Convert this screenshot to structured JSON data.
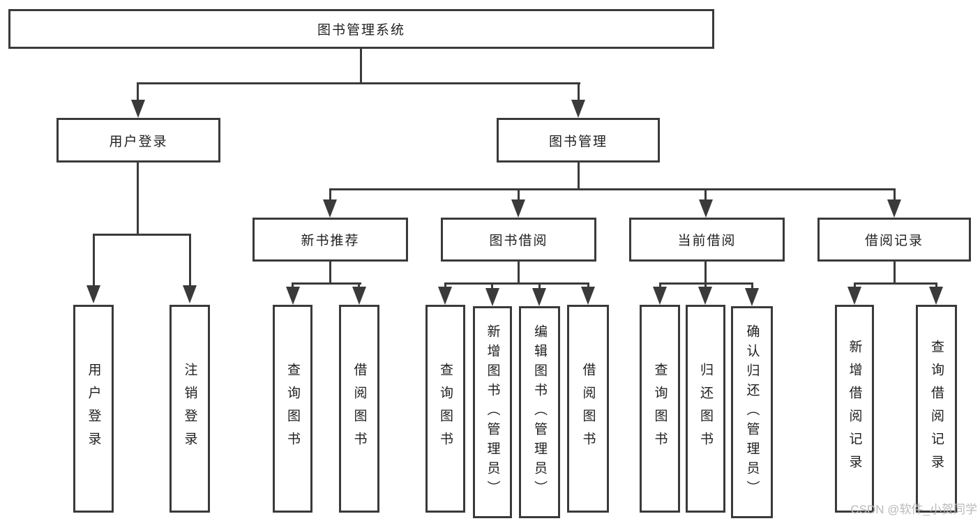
{
  "root": {
    "label": "图书管理系统"
  },
  "level2": [
    {
      "label": "用户登录"
    },
    {
      "label": "图书管理"
    }
  ],
  "level3": [
    {
      "label": "新书推荐"
    },
    {
      "label": "图书借阅"
    },
    {
      "label": "当前借阅"
    },
    {
      "label": "借阅记录"
    }
  ],
  "leaves": {
    "user_login": [
      "用户登录",
      "注销登录"
    ],
    "new_book_recommend": [
      "查询图书",
      "借阅图书"
    ],
    "book_borrow": [
      "查询图书",
      "新增图书（管理员）",
      "编辑图书（管理员）",
      "借阅图书"
    ],
    "current_borrow": [
      "查询图书",
      "归还图书",
      "确认归还（管理员）"
    ],
    "borrow_records": [
      "新增借阅记录",
      "查询借阅记录"
    ]
  },
  "watermark": "CSDN @软件_小贺同学",
  "colors": {
    "line": "#3a3a3a",
    "text": "#1f1f1f",
    "watermark": "#b9b9b9",
    "background": "#ffffff"
  }
}
